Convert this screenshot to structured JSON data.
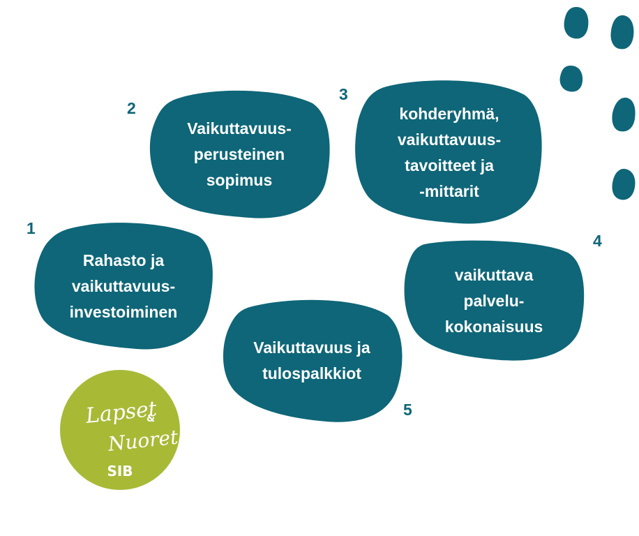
{
  "colors": {
    "teal": "#0e6678",
    "logo_green": "#a8b936",
    "white": "#ffffff"
  },
  "steps": [
    {
      "number": "1",
      "label": "Rahasto ja\nvaikuttavuus-\ninvestoiminen"
    },
    {
      "number": "2",
      "label": "Vaikuttavuus-\nperusteinen\nsopimus"
    },
    {
      "number": "3",
      "label": "kohderyhmä,\nvaikuttavuus-\ntavoitteet ja\n-mittarit"
    },
    {
      "number": "4",
      "label": "vaikuttava\npalvelu-\nkokonaisuus"
    },
    {
      "number": "5",
      "label": "Vaikuttavuus ja\ntulospalkkiot"
    }
  ],
  "logo": {
    "line1": "Lapset",
    "amp": "&",
    "line2": "Nuoret",
    "line3": "SIB"
  }
}
